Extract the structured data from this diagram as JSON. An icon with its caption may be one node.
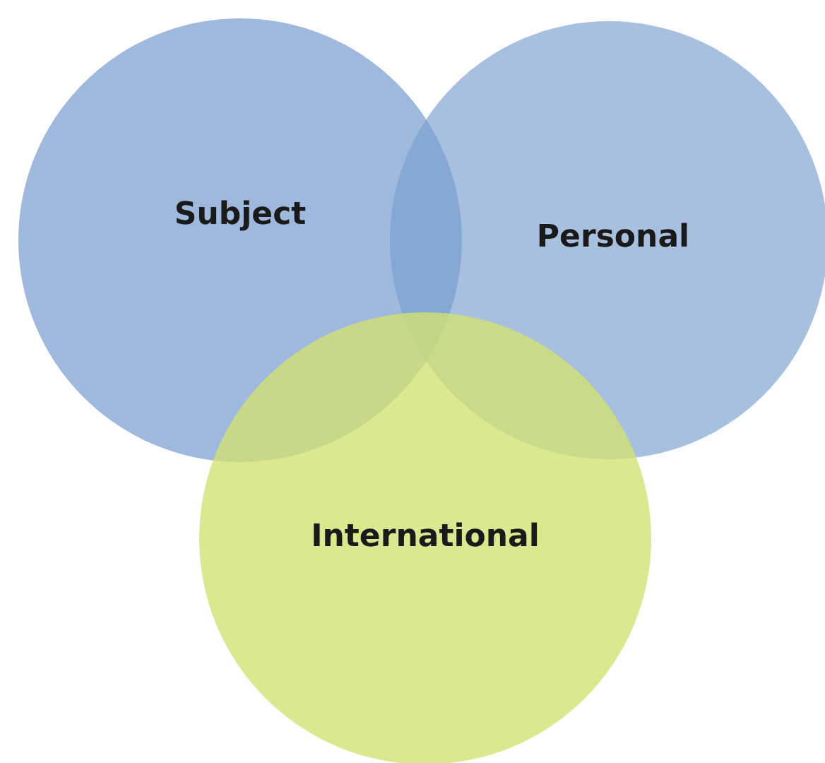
{
  "diagram": {
    "nodes": [
      {
        "text": [
          "Subject"
        ]
      },
      {
        "text": [
          "Personal"
        ]
      },
      {
        "text": [
          "International"
        ]
      }
    ]
  }
}
